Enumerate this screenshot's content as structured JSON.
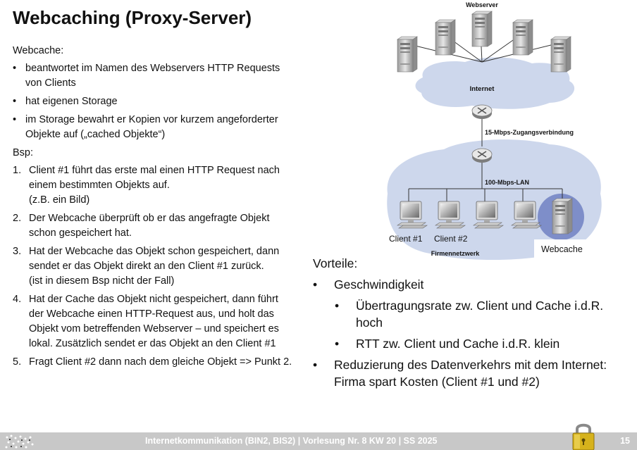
{
  "title": "Webcaching (Proxy-Server)",
  "left": {
    "intro": "Webcache:",
    "bullets": [
      "beantwortet im Namen des Webservers HTTP Requests von Clients",
      "hat eigenen Storage",
      "im Storage bewahrt er Kopien vor kurzem angeforderter Objekte auf („cached Objekte“)"
    ],
    "example_label": "Bsp:",
    "steps": [
      {
        "num": "1.",
        "text": "Client #1 führt das erste mal einen HTTP Request nach einem bestimmten Objekts auf.\n(z.B. ein Bild)"
      },
      {
        "num": "2.",
        "text": "Der Webcache überprüft ob er das angefragte Objekt schon gespeichert hat."
      },
      {
        "num": "3.",
        "text": "Hat der Webcache das Objekt schon gespeichert, dann sendet er das Objekt direkt an den Client #1 zurück.\n(ist in diesem Bsp nicht der Fall)"
      },
      {
        "num": "4.",
        "text": "Hat der Cache das Objekt nicht gespeichert, dann führt der Webcache einen HTTP-Request aus, und holt das Objekt vom betreffenden Webserver – und speichert es lokal. Zusätzlich sendet er das Objekt an den Client #1"
      },
      {
        "num": "5.",
        "text": "Fragt Client #2 dann nach dem gleiche Objekt => Punkt 2."
      }
    ]
  },
  "diagram": {
    "webserver": "Webserver",
    "internet": "Internet",
    "link": "15-Mbps-Zugangsverbindung",
    "lan": "100-Mbps-LAN",
    "client1": "Client #1",
    "client2": "Client #2",
    "network": "Firmennetzwerk",
    "cache": "Webcache"
  },
  "right": {
    "heading": "Vorteile:",
    "b1": "Geschwindigkeit",
    "b1a": "Übertragungsrate zw. Client und Cache i.d.R. hoch",
    "b1b": "RTT zw. Client und Cache i.d.R. klein",
    "b2": "Reduzierung des Datenverkehrs mit dem Internet: Firma spart Kosten (Client #1 und #2)"
  },
  "footer": {
    "text": "Internetkommunikation (BIN2, BIS2) | Vorlesung Nr. 8 KW 20 | SS 2025",
    "page": "15"
  }
}
